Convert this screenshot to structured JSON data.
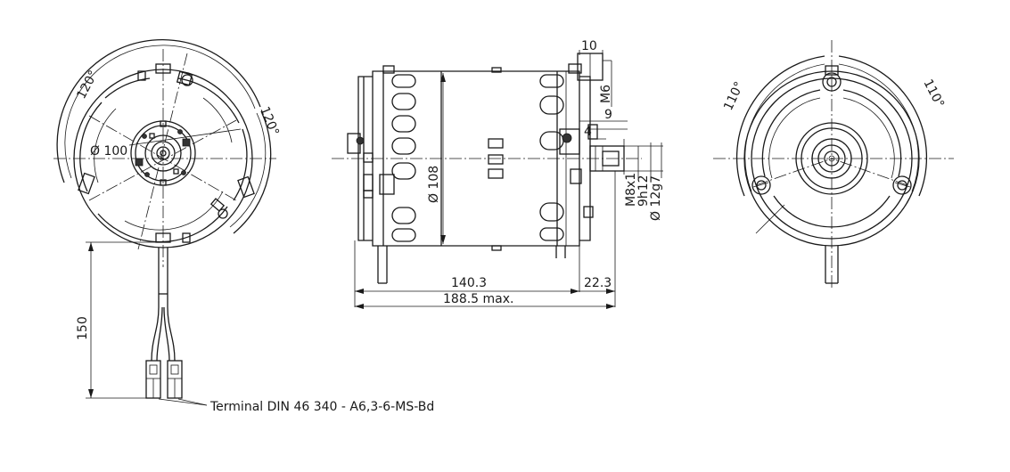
{
  "labels": {
    "front_angle_left": "120°",
    "front_angle_right": "120°",
    "front_diameter": "Ø 100",
    "lead_length": "150",
    "terminal": "Terminal DIN 46 340 - A6,3-6-MS-Bd",
    "body_diameter": "Ø 108",
    "length_body": "140.3",
    "length_shaft": "22.3",
    "length_total": "188.5 max.",
    "dim_10": "10",
    "dim_m6": "M6",
    "dim_9": "9",
    "dim_4": "4",
    "dim_m8": "M8x1",
    "dim_9h12": "9h12",
    "dim_12g7": "Ø 12g7",
    "rear_angle_left": "110°",
    "rear_angle_right": "110°"
  },
  "colors": {
    "line": "#1a1a1a",
    "background": "#ffffff"
  }
}
